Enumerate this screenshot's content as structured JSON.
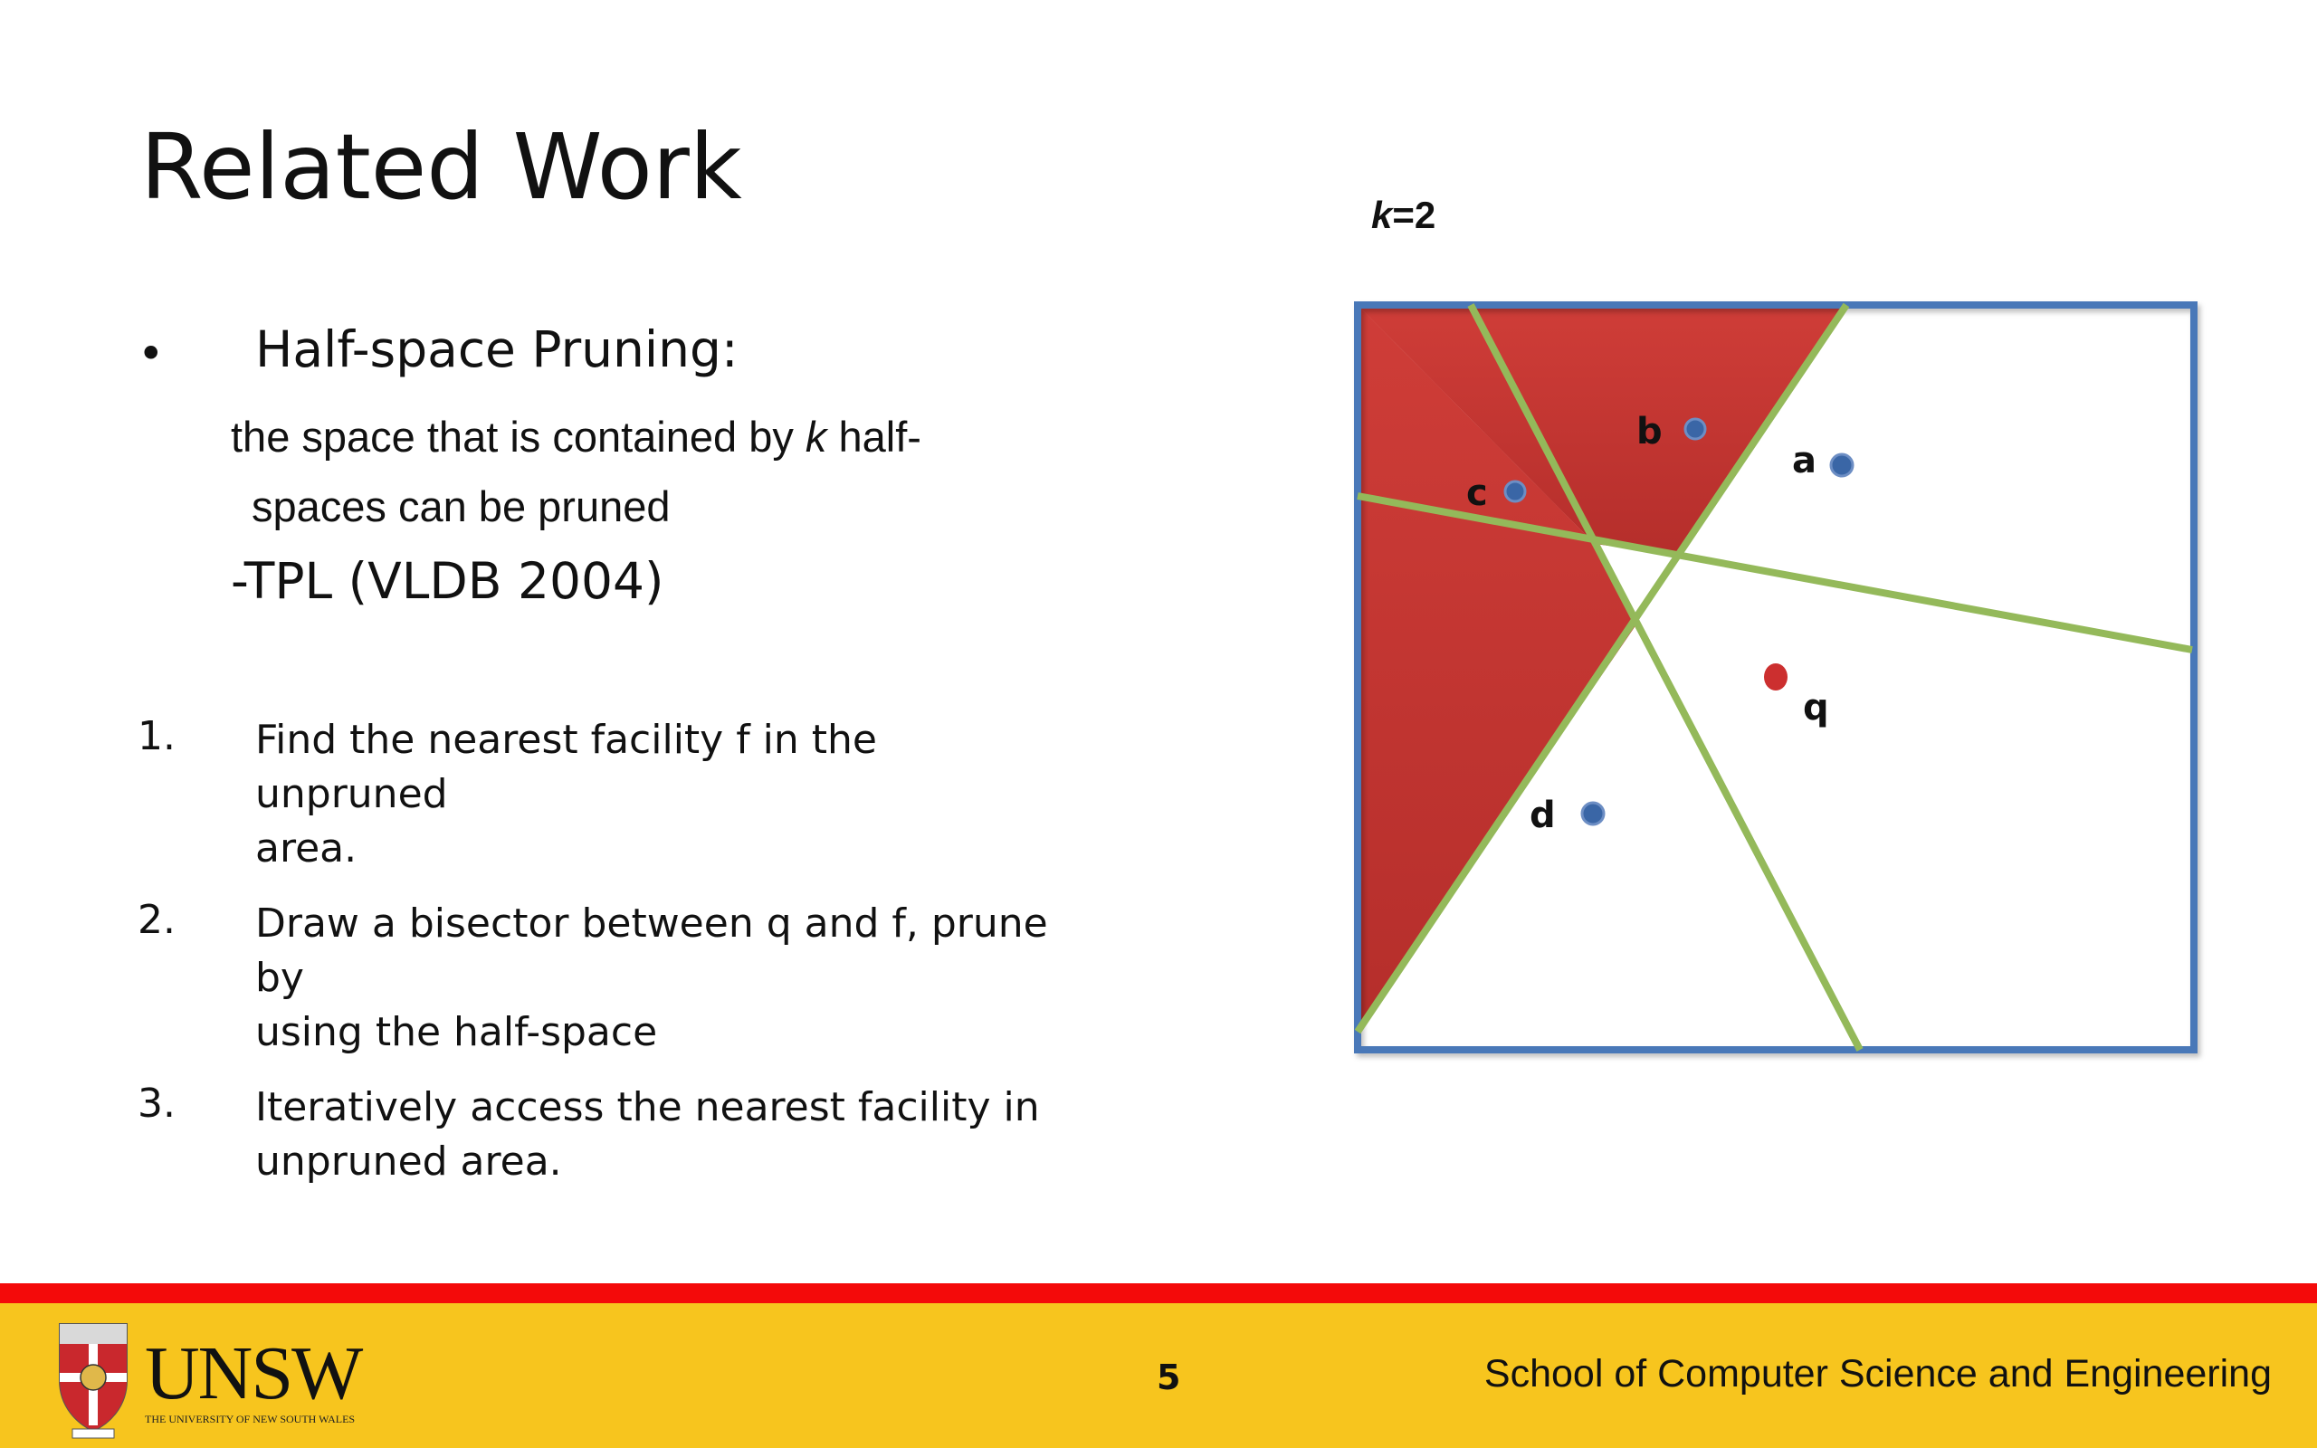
{
  "slide": {
    "title": "Related Work",
    "bullet_symbol": "•",
    "bullet_heading": "Half-space Pruning:",
    "desc_part1": "the space that is contained by ",
    "desc_k": "k",
    "desc_part2": " half-",
    "desc_line2": "spaces can be pruned",
    "reference": "-TPL (VLDB 2004)",
    "steps": [
      {
        "num": "1.",
        "line1": "Find the nearest facility f in the unpruned",
        "line2": "area."
      },
      {
        "num": "2.",
        "line1": "Draw a bisector between q and f, prune by",
        "line2": "using the half-space"
      },
      {
        "num": "3.",
        "line1": "Iteratively access the nearest facility in",
        "line2": "unpruned area."
      }
    ]
  },
  "diagram": {
    "k_label_var": "k",
    "k_label_rest": "=2",
    "points": {
      "a": "a",
      "b": "b",
      "c": "c",
      "d": "d",
      "q": "q"
    },
    "colors": {
      "border": "#4a78b8",
      "pruned": "#c63a36",
      "bisector": "#94b95a",
      "point": "#3a66a6",
      "query": "#cc2f2f"
    }
  },
  "footer": {
    "logo_text": "UNSW",
    "logo_subtext": "THE UNIVERSITY OF NEW SOUTH WALES",
    "page_number": "5",
    "school": "School of Computer Science and Engineering",
    "colors": {
      "stripe": "#f40a0a",
      "band": "#f7c51e"
    }
  }
}
